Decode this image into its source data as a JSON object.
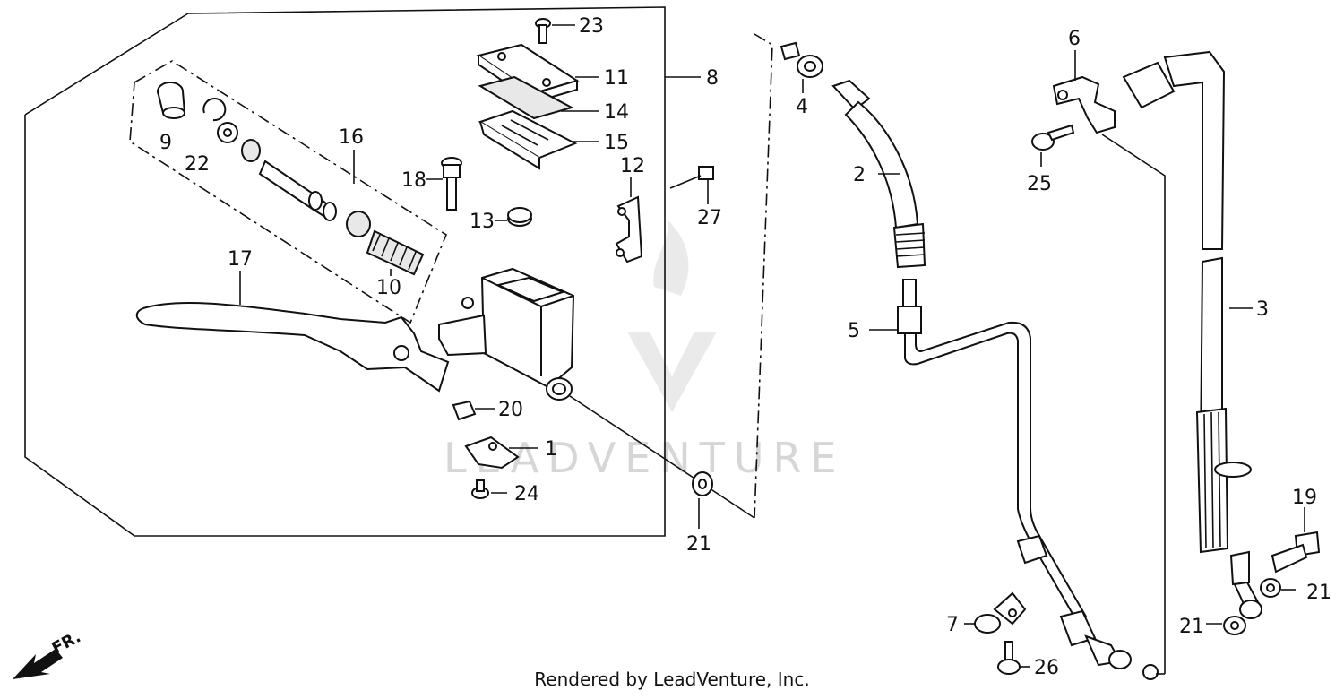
{
  "footer": "Rendered by LeadVenture, Inc.",
  "watermark": "LEADVENTURE",
  "direction_label": "FR.",
  "callouts": {
    "c1": "1",
    "c2": "2",
    "c3": "3",
    "c4": "4",
    "c5": "5",
    "c6": "6",
    "c7": "7",
    "c8": "8",
    "c9": "9",
    "c10": "10",
    "c11": "11",
    "c12": "12",
    "c13": "13",
    "c14": "14",
    "c15": "15",
    "c16": "16",
    "c17": "17",
    "c18": "18",
    "c19": "19",
    "c20": "20",
    "c21a": "21",
    "c21b": "21",
    "c21c": "21",
    "c22": "22",
    "c23": "23",
    "c24": "24",
    "c25": "25",
    "c26": "26",
    "c27": "27"
  }
}
